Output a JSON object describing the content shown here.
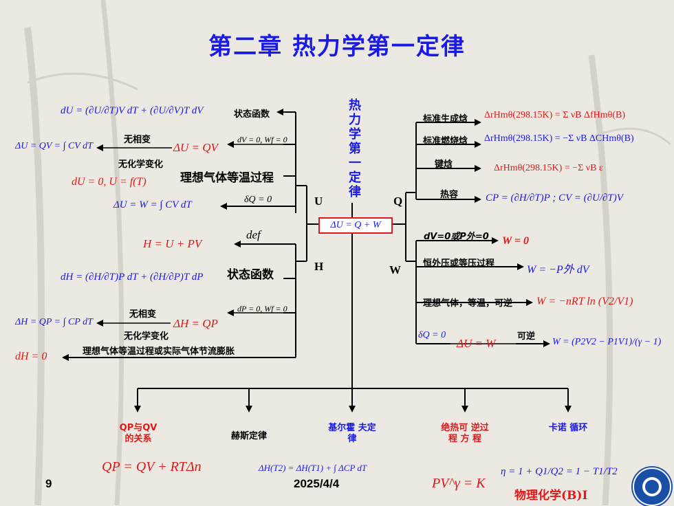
{
  "title": "第二章 热力学第一定律",
  "vertical_title": "热力学第一定律",
  "center_eq": "ΔU = Q + W",
  "letters": {
    "U": "U",
    "H": "H",
    "Q": "Q",
    "W": "W"
  },
  "left_upper": {
    "eq_dU": "dU = (∂U/∂T)V dT + (∂U/∂V)T dV",
    "state_fn": "状态函数",
    "no_phase": "无相变",
    "cond_V": "dV = 0, Wf = 0",
    "dU_Qv_left": "ΔU = QV = ∫ CV dT",
    "dU_Qv_right": "ΔU = QV",
    "no_chem": "无化学变化",
    "ideal_gas_label": "理想气体等温过程",
    "dU0": "dU = 0, U = f(T)",
    "dQ0": "δQ = 0",
    "dUW": "ΔU = W = ∫ CV dT"
  },
  "left_lower": {
    "def": "def",
    "eq_H": "H = U + PV",
    "eq_dH": "dH = (∂H/∂T)P dT + (∂H/∂P)T dP",
    "state_fn": "状态函数",
    "no_phase": "无相变",
    "cond_P": "dP = 0, Wf = 0",
    "dH_Qp_left": "ΔH = QP = ∫ CP dT",
    "dH_Qp_right": "ΔH = QP",
    "no_chem": "无化学变化",
    "throttle_label": "理想气体等温过程或实际气体节流膨胀",
    "dH0": "dH = 0"
  },
  "right_upper": {
    "formation": "标准生成焓",
    "formation_eq": "ΔrHmθ(298.15K) = Σ νB ΔfHmθ(B)",
    "combustion": "标准燃烧焓",
    "combustion_eq": "ΔrHmθ(298.15K) = −Σ νB ΔCHmθ(B)",
    "bond": "键焓",
    "bond_eq": "ΔrHmθ(298.15K) = −Σ νB ε",
    "heat_cap": "热容",
    "heat_cap_eq": "CP = (∂H/∂T)P ;   CV = (∂U/∂T)V"
  },
  "right_lower": {
    "cond1": "dV=0或P外=0",
    "w0": "W = 0",
    "const_p": "恒外压或等压过程",
    "const_p_eq": "W = −P外 dV",
    "ideal_iso": "理想气体，等温，可逆",
    "ideal_iso_eq": "W = −nRT ln (V2/V1)",
    "dq0": "δQ = 0",
    "du_w": "ΔU = W",
    "reversible": "可逆",
    "adiab_eq": "W = (P2V2 − P1V1)/(γ − 1)"
  },
  "bottom": {
    "qp_qv": "QP与QV 的关系",
    "hess": "赫斯定律",
    "kirchhoff": "基尔霍 夫定律",
    "adiabatic": "绝热可 逆过程 方 程",
    "carnot": "卡诺 循环",
    "qp_qv_eq": "QP = QV + RTΔn",
    "kirchhoff_eq": "ΔH(T2) = ΔH(T1) + ∫ ΔCP dT",
    "adiabatic_eq": "PV^γ = K",
    "carnot_eq": "η = 1 + Q1/Q2 = 1 − T1/T2"
  },
  "footer": {
    "page": "9",
    "date": "2025/4/4",
    "logo_text": "物理化学(B)I"
  },
  "colors": {
    "blue": "#1a1ae6",
    "red": "#e01818",
    "bg": "#ece9e2"
  }
}
